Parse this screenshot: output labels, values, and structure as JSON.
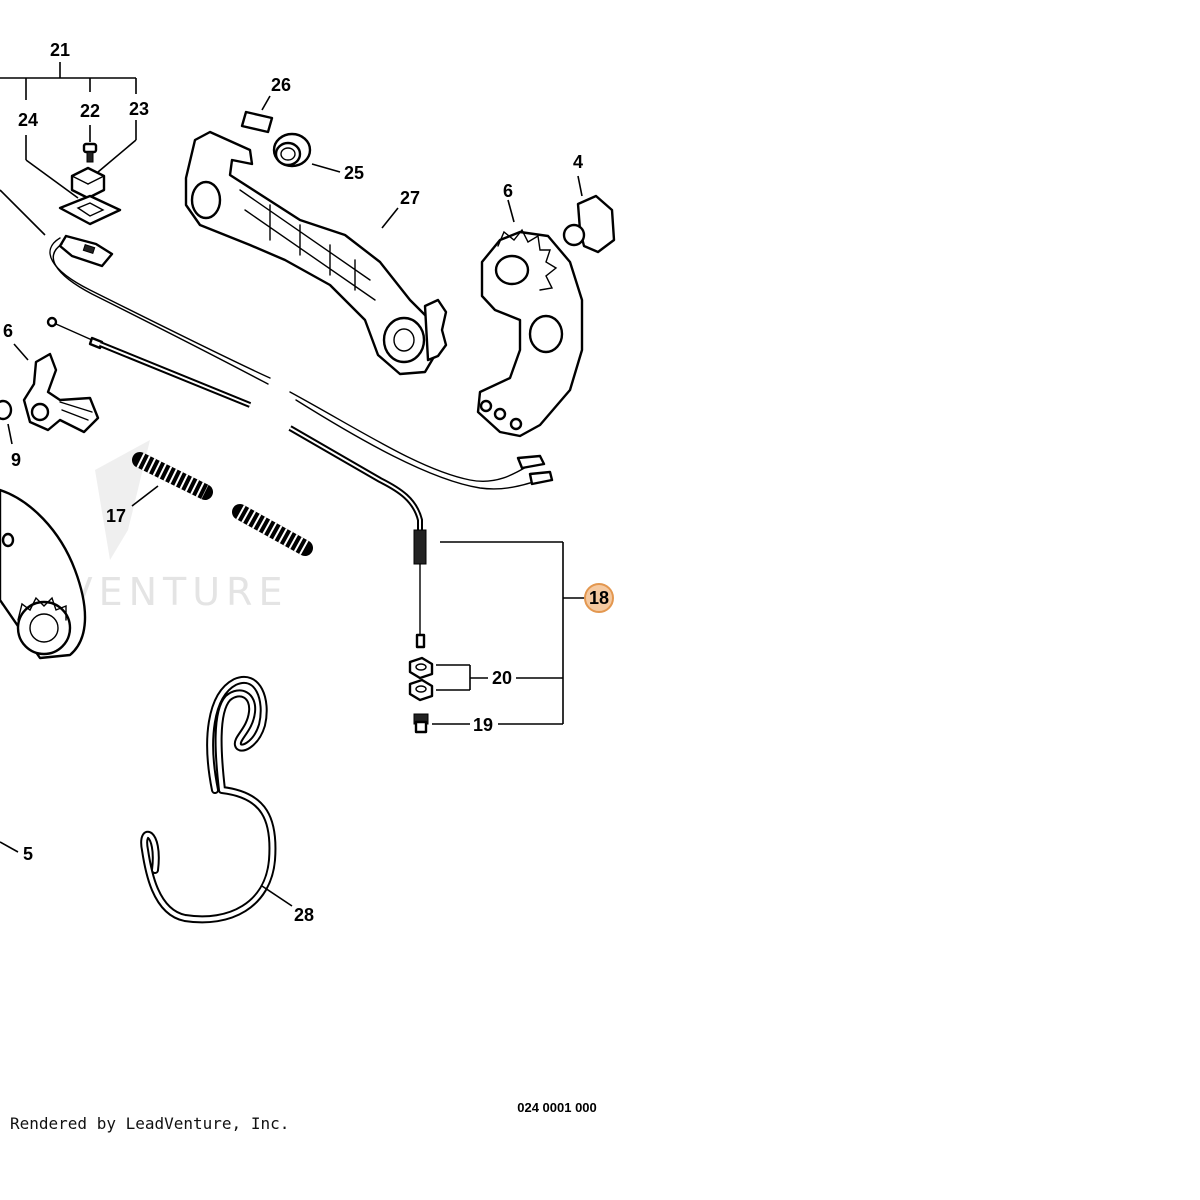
{
  "labels": {
    "p21": "21",
    "p24": "24",
    "p22": "22",
    "p23": "23",
    "p26": "26",
    "p25": "25",
    "p27": "27",
    "p6a": "6",
    "p4": "4",
    "p6b": "6",
    "p9": "9",
    "p17": "17",
    "p18": "18",
    "p20": "20",
    "p19": "19",
    "p5": "5",
    "p28": "28"
  },
  "highlight": {
    "part": "18",
    "fill": "#f5c9a0",
    "stroke": "#e3974f"
  },
  "watermark": "ADVENTURE",
  "diagram_code": "024 0001 000",
  "credit": "Rendered by LeadVenture, Inc."
}
